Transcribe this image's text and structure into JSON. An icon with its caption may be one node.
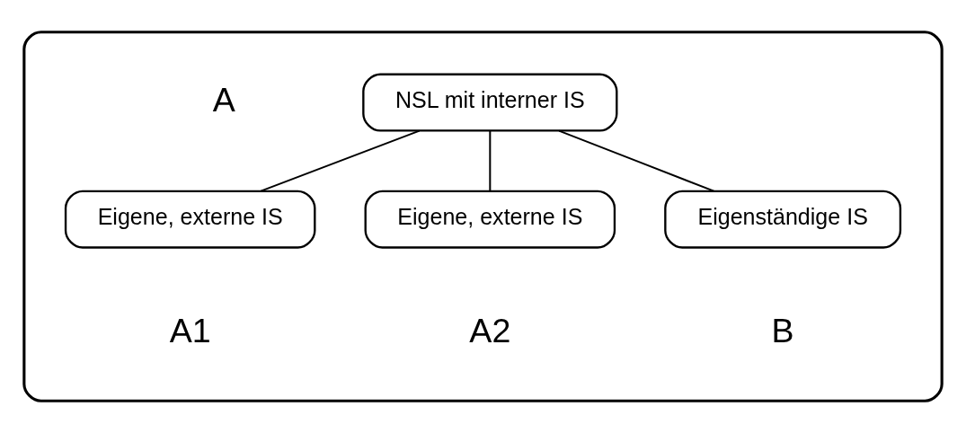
{
  "diagram": {
    "nodes": [
      {
        "text": [],
        "shape": "ellipse"
      },
      {
        "text": [
          "NSL mit interner IS"
        ],
        "in": 0
      },
      {
        "text": [
          "Eigene, externe IS"
        ],
        "in": 0,
        "beside": [
          "A1"
        ]
      },
      {
        "text": [
          "Eigene, externe IS"
        ],
        "in": 0,
        "beside": [
          "A2"
        ]
      },
      {
        "text": [
          "Eigenständige IS"
        ],
        "in": 0,
        "beside": [
          "B"
        ]
      }
    ],
    "edges": [
      {
        "from": 1,
        "to": 2,
        "arrow": "none"
      },
      {
        "from": 1,
        "to": 3,
        "arrow": "none"
      },
      {
        "from": 1,
        "to": 4,
        "arrow": "none"
      }
    ],
    "labels": [
      "A"
    ]
  }
}
